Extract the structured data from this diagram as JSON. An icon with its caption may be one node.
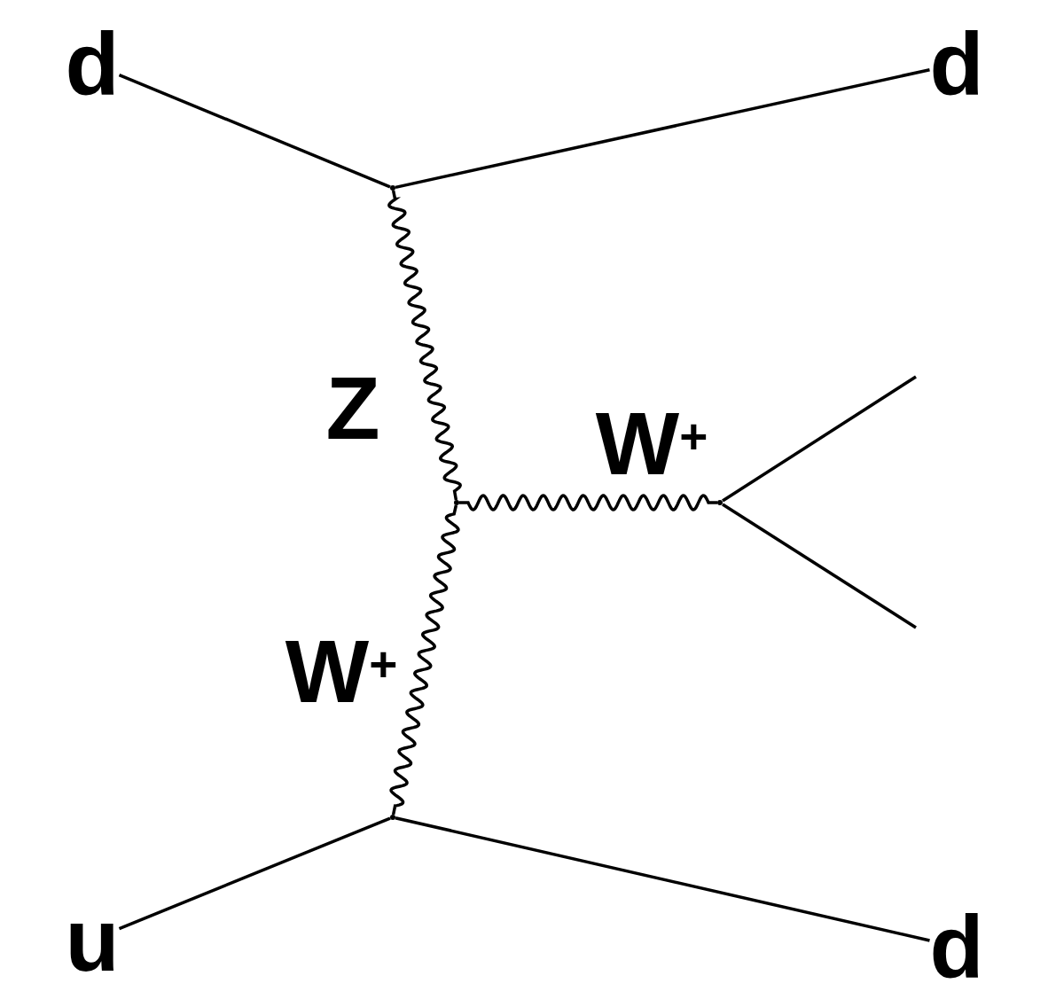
{
  "diagram": {
    "nodes": [
      {
        "text": [
          "d"
        ]
      },
      {
        "text": [
          "d"
        ]
      },
      {
        "text": [
          "u"
        ]
      },
      {
        "text": [
          "d"
        ]
      },
      {
        "text": [],
        "shape": "point"
      },
      {
        "text": [],
        "shape": "point"
      },
      {
        "text": [],
        "shape": "point"
      },
      {
        "text": [],
        "shape": "point"
      }
    ],
    "edges": [
      {
        "from": 0,
        "to": 4,
        "arrow": "none"
      },
      {
        "from": 4,
        "to": 1,
        "arrow": "none"
      },
      {
        "from": 4,
        "to": 5,
        "arrow": "none",
        "label": "Z"
      },
      {
        "from": 5,
        "to": 7,
        "arrow": "none",
        "label": "W$^{+}$"
      },
      {
        "from": 6,
        "to": 5,
        "arrow": "none",
        "label": "W$^{+}$"
      },
      {
        "from": 2,
        "to": 6,
        "arrow": "none"
      },
      {
        "from": 6,
        "to": 3,
        "arrow": "none"
      },
      {
        "from": 7,
        "to": null,
        "arrow": "none"
      },
      {
        "from": 7,
        "to": null,
        "arrow": "none"
      }
    ]
  }
}
